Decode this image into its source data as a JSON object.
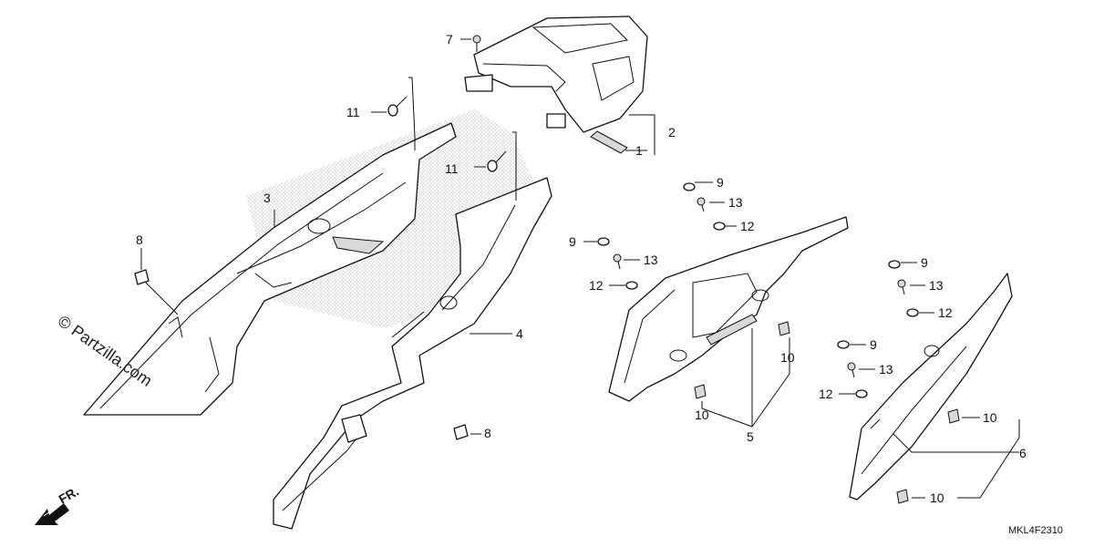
{
  "diagram": {
    "watermark": "© Partzilla.com",
    "direction_label": "FR.",
    "diagram_code": "MKL4F2310",
    "callouts": {
      "c1": "1",
      "c2": "2",
      "c3": "3",
      "c4": "4",
      "c5": "5",
      "c6": "6",
      "c7": "7",
      "c8a": "8",
      "c8b": "8",
      "c9a": "9",
      "c9b": "9",
      "c9c": "9",
      "c9d": "9",
      "c10a": "10",
      "c10b": "10",
      "c10c": "10",
      "c10d": "10",
      "c11a": "11",
      "c11b": "11",
      "c12a": "12",
      "c12b": "12",
      "c12c": "12",
      "c12d": "12",
      "c13a": "13",
      "c13b": "13",
      "c13c": "13",
      "c13d": "13"
    }
  }
}
